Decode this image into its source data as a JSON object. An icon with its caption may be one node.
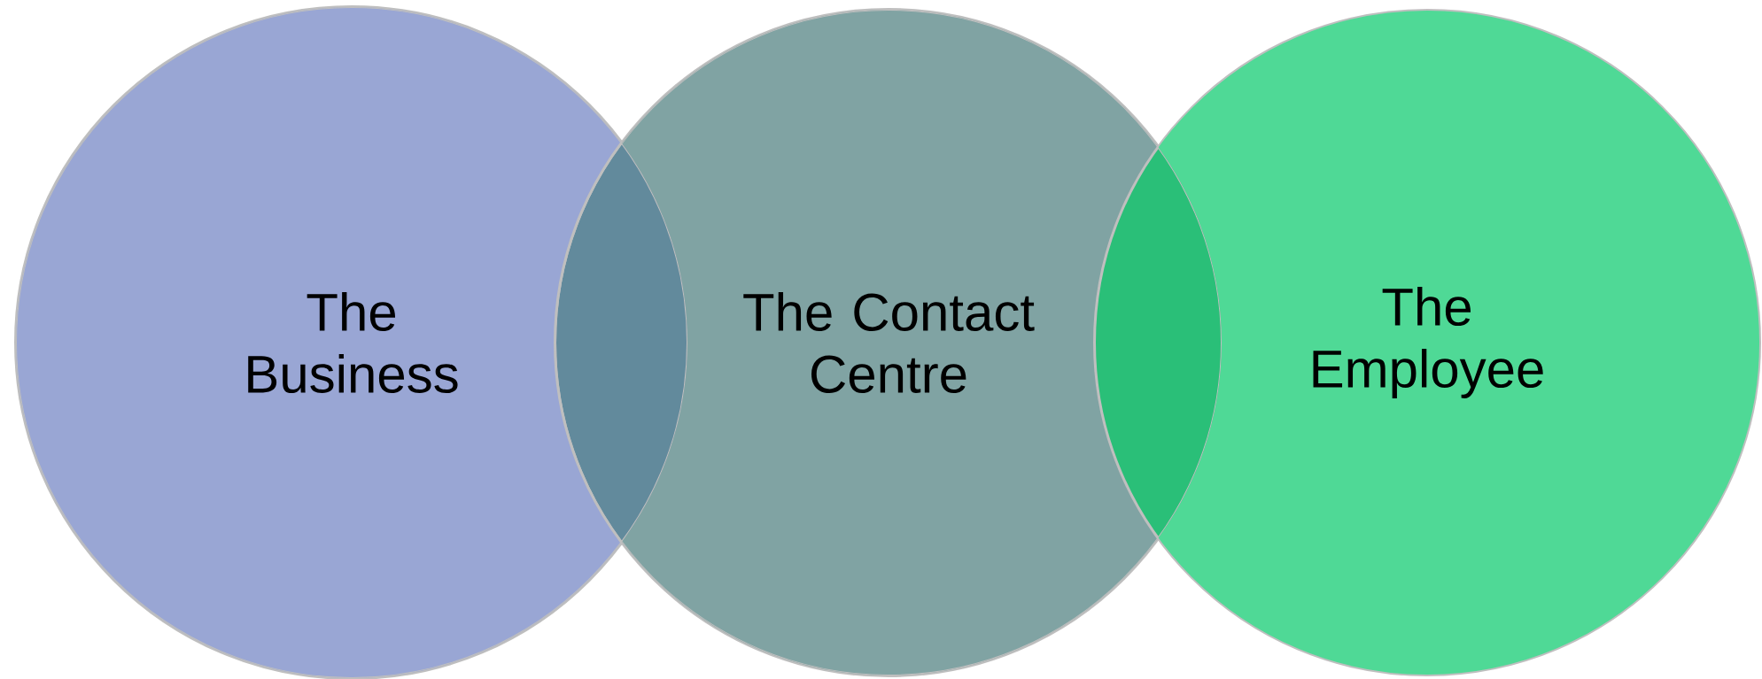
{
  "diagram": {
    "nodes": [
      {
        "text": [
          "The Business"
        ]
      },
      {
        "text": [
          "The Contact Centre"
        ]
      },
      {
        "text": [
          "The Employee"
        ]
      }
    ]
  }
}
